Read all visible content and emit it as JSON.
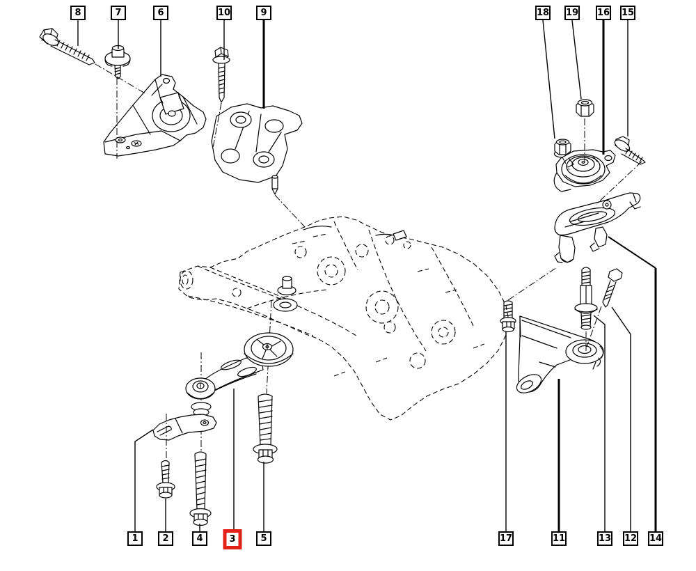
{
  "figure": {
    "type": "exploded-parts-diagram",
    "background": "#ffffff",
    "line_color": "#000000",
    "highlight_color": "#e32119",
    "selected_callout": "3"
  },
  "callouts": [
    {
      "label": "8",
      "highlighted": false
    },
    {
      "label": "7",
      "highlighted": false
    },
    {
      "label": "6",
      "highlighted": false
    },
    {
      "label": "10",
      "highlighted": false
    },
    {
      "label": "9",
      "highlighted": false
    },
    {
      "label": "18",
      "highlighted": false
    },
    {
      "label": "19",
      "highlighted": false
    },
    {
      "label": "16",
      "highlighted": false
    },
    {
      "label": "15",
      "highlighted": false
    },
    {
      "label": "1",
      "highlighted": false
    },
    {
      "label": "2",
      "highlighted": false
    },
    {
      "label": "4",
      "highlighted": false
    },
    {
      "label": "3",
      "highlighted": true
    },
    {
      "label": "5",
      "highlighted": false
    },
    {
      "label": "17",
      "highlighted": false
    },
    {
      "label": "11",
      "highlighted": false
    },
    {
      "label": "13",
      "highlighted": false
    },
    {
      "label": "12",
      "highlighted": false
    },
    {
      "label": "14",
      "highlighted": false
    }
  ]
}
